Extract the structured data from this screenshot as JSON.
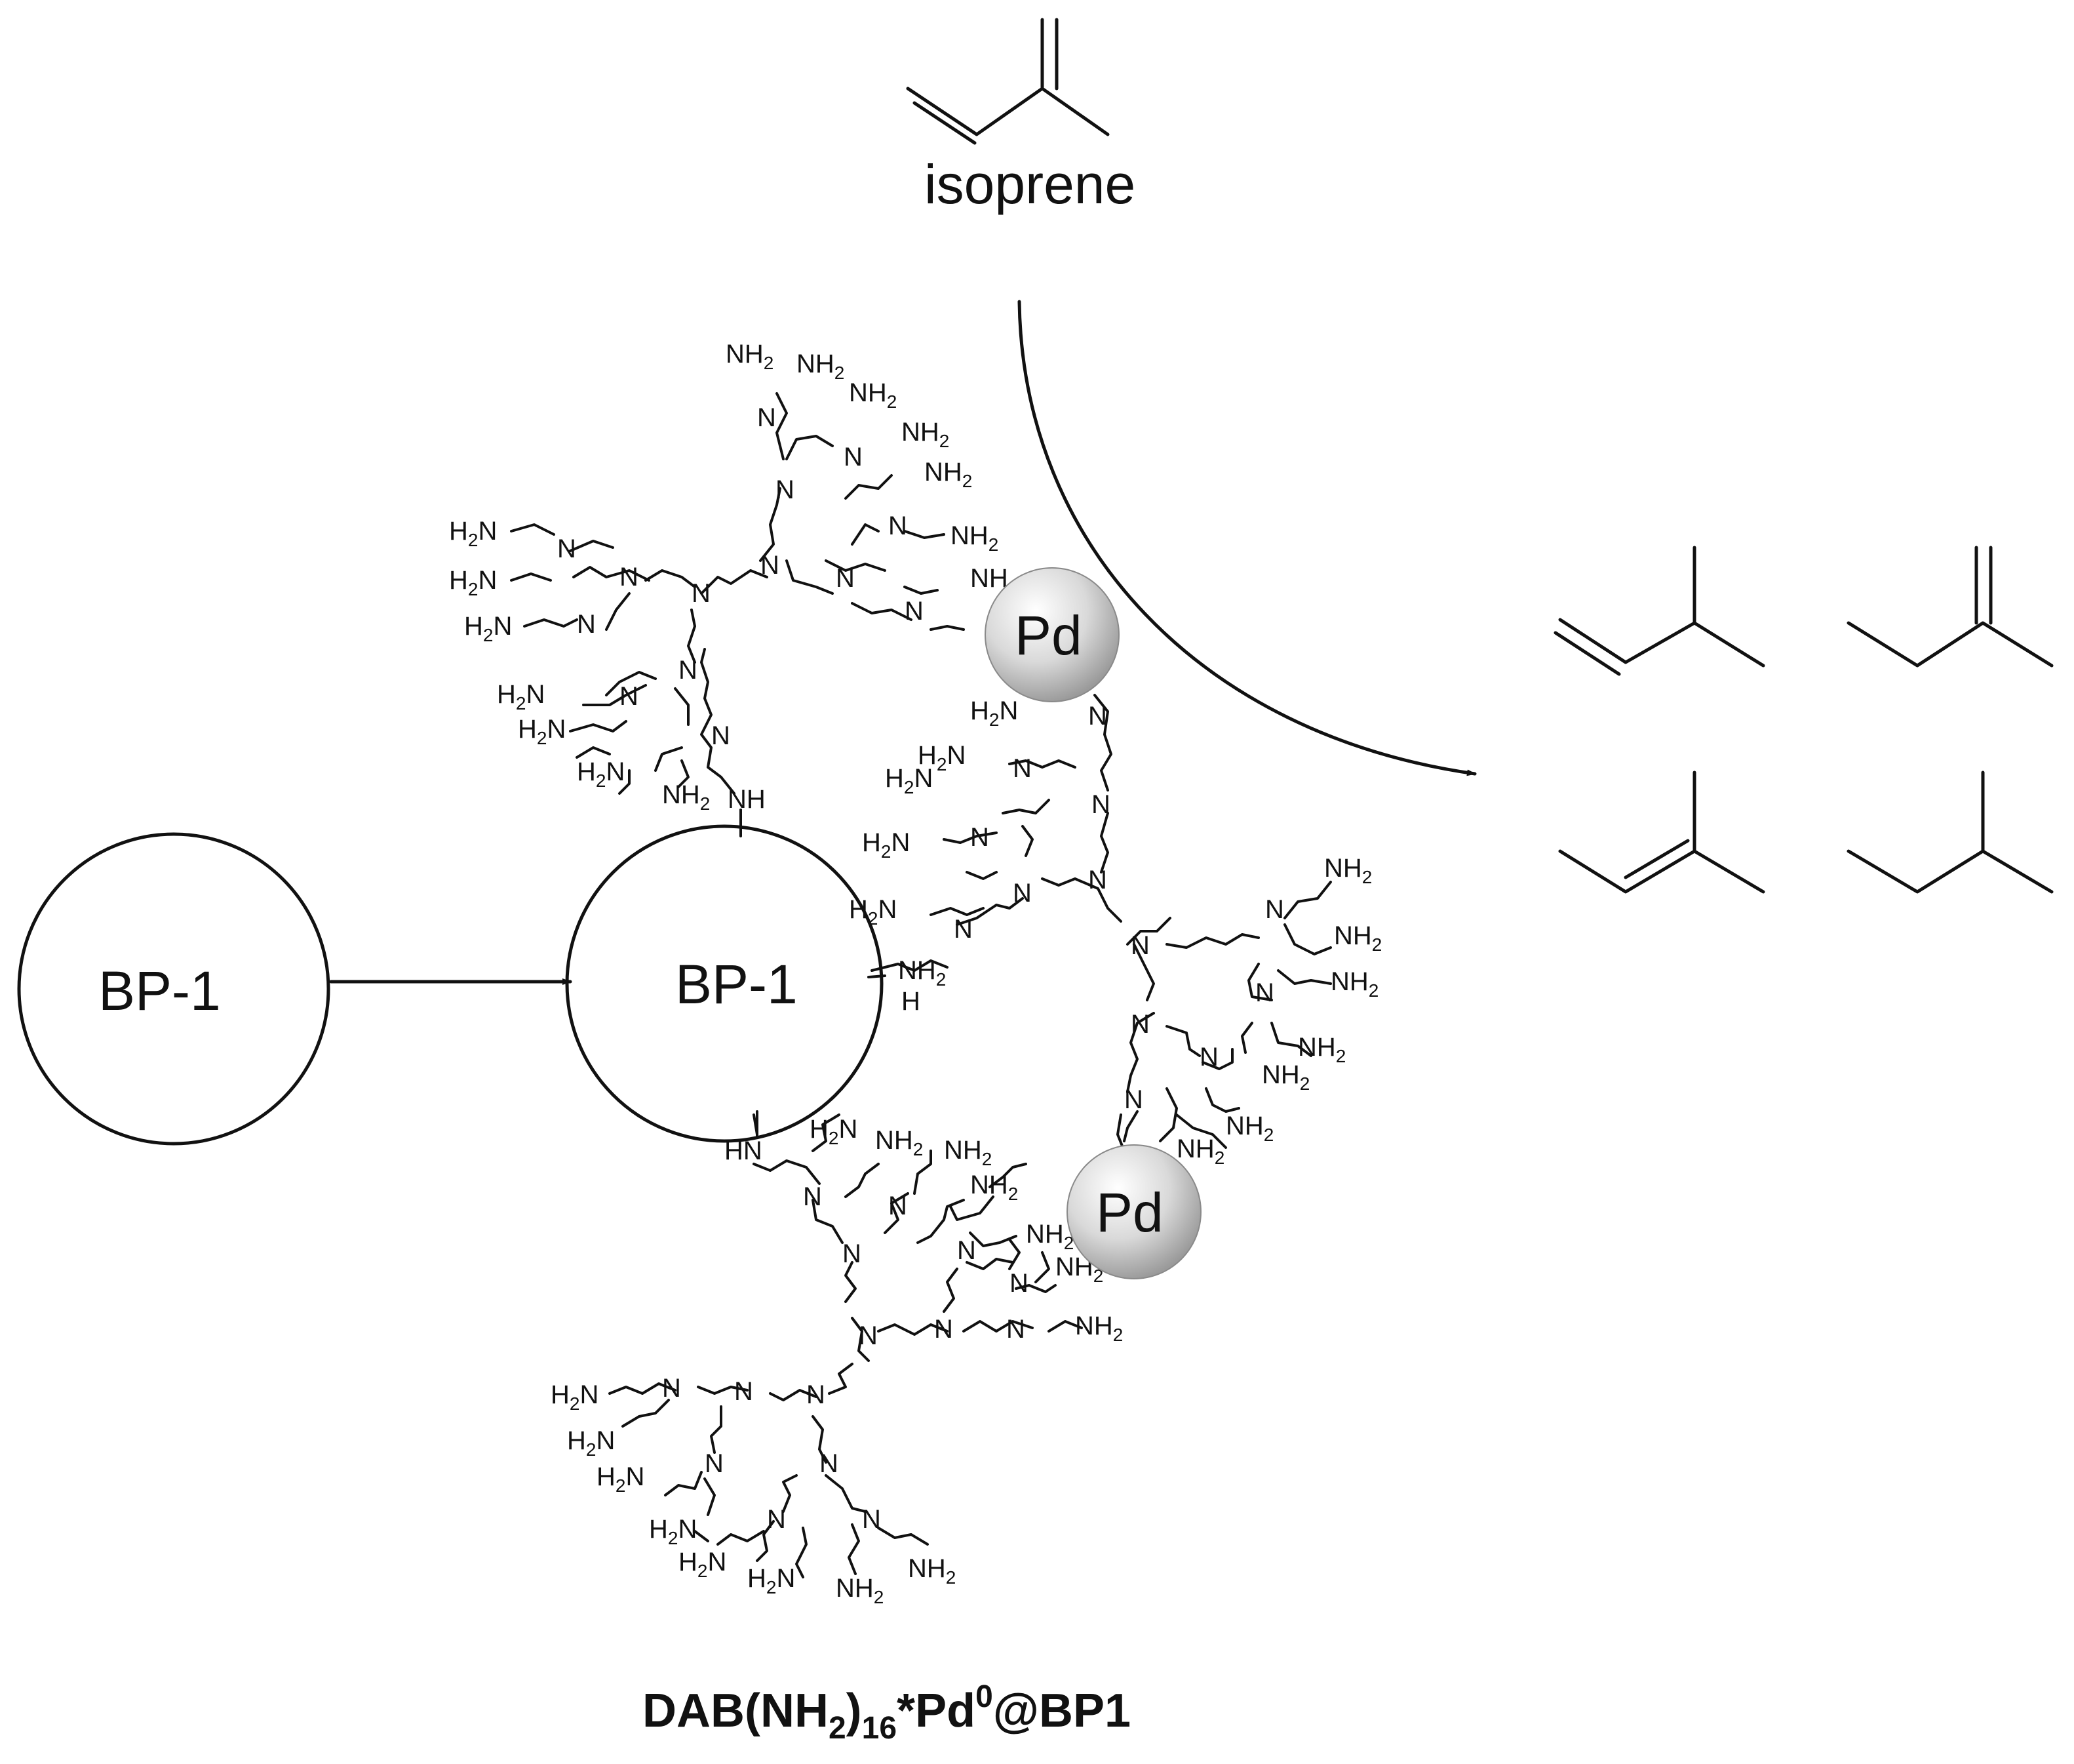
{
  "reactant": {
    "name": "isoprene"
  },
  "support": {
    "label_left": "BP-1",
    "label_center": "BP-1"
  },
  "metal": {
    "label_1": "Pd",
    "label_2": "Pd"
  },
  "groups": {
    "primary_amine": "NH2",
    "primary_amine_left": "H2N",
    "tertiary_amine": "N",
    "secondary_amine_right": "NH",
    "secondary_amine_left": "HN",
    "hydrogen": "H"
  },
  "caption": {
    "main": "DAB(NH",
    "sub1": "2",
    "mid": ")",
    "sub2": "16",
    "star": "*Pd",
    "sup": "0",
    "end": "@BP1"
  },
  "products": [
    "3-methylbut-1-ene",
    "2-methylbut-1-ene",
    "2-methylbut-2-ene",
    "2-methylbutane"
  ]
}
